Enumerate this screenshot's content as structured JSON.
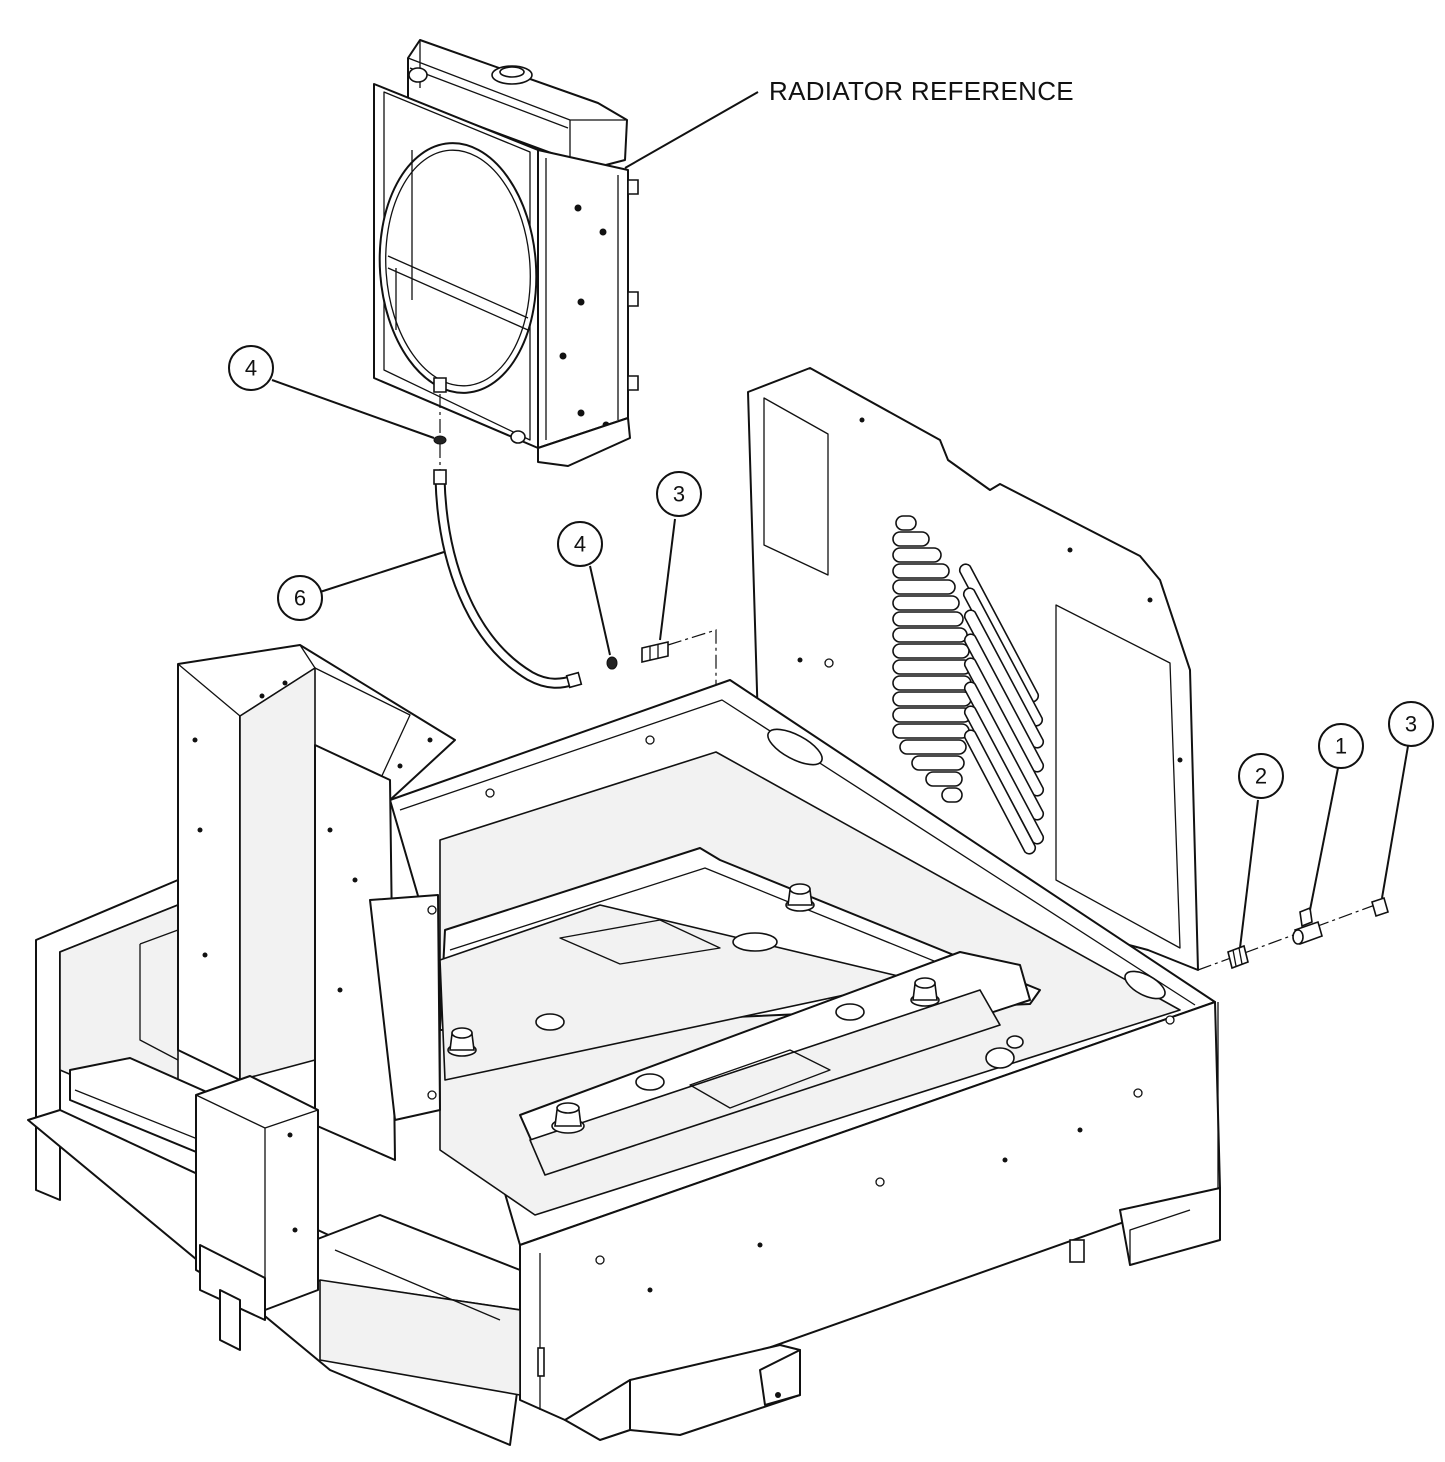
{
  "drawing": {
    "reference_label": "RADIATOR REFERENCE",
    "balloons": [
      "4",
      "4",
      "3",
      "3",
      "2",
      "1",
      "6"
    ]
  }
}
